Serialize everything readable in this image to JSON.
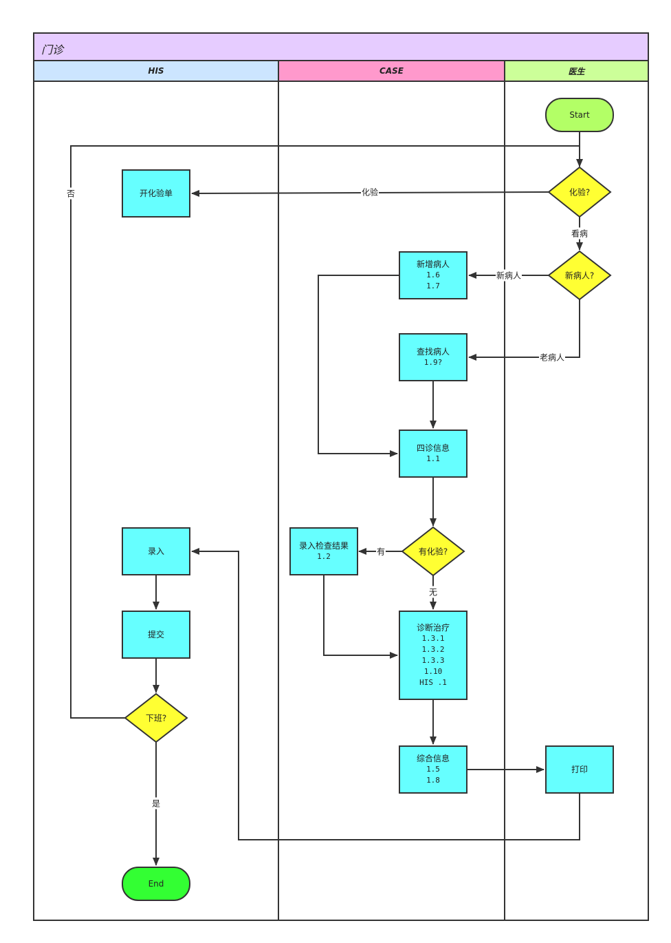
{
  "pool": {
    "title": "门诊"
  },
  "lanes": [
    {
      "label": "HIS",
      "color": "#cce5ff"
    },
    {
      "label": "CASE",
      "color": "#ff99cc"
    },
    {
      "label": "医生",
      "color": "#ccff99"
    }
  ],
  "colors": {
    "process": "#66ffff",
    "decision": "#ffff33",
    "start": "#b3ff66",
    "end": "#33ff33",
    "line": "#333333"
  },
  "nodes": {
    "start": {
      "label": "Start"
    },
    "end": {
      "label": "End"
    },
    "d_lab": {
      "label": "化验?"
    },
    "d_new": {
      "label": "新病人?"
    },
    "d_haslab": {
      "label": "有化验?"
    },
    "d_offwork": {
      "label": "下班?"
    },
    "open_lab": {
      "label": "开化验单"
    },
    "add_patient": {
      "label": "新增病人",
      "lines": [
        "1.6",
        "1.7"
      ]
    },
    "find_patient": {
      "label": "查找病人",
      "lines": [
        "1.9?"
      ]
    },
    "four_diag": {
      "label": "四诊信息",
      "lines": [
        "1.1"
      ]
    },
    "enter_results": {
      "label": "录入检查结果",
      "lines": [
        "1.2"
      ]
    },
    "diagnosis": {
      "label": "诊断治疗",
      "lines": [
        "1.3.1",
        "1.3.2",
        "1.3.3",
        "1.10",
        "HIS .1"
      ]
    },
    "summary": {
      "label": "综合信息",
      "lines": [
        "1.5",
        "1.8"
      ]
    },
    "print": {
      "label": "打印"
    },
    "entry": {
      "label": "录入"
    },
    "submit": {
      "label": "提交"
    }
  },
  "edges": {
    "lab": "化验",
    "see_doctor": "看病",
    "new_patient": "新病人",
    "old_patient": "老病人",
    "has": "有",
    "none": "无",
    "yes": "是",
    "no": "否"
  }
}
